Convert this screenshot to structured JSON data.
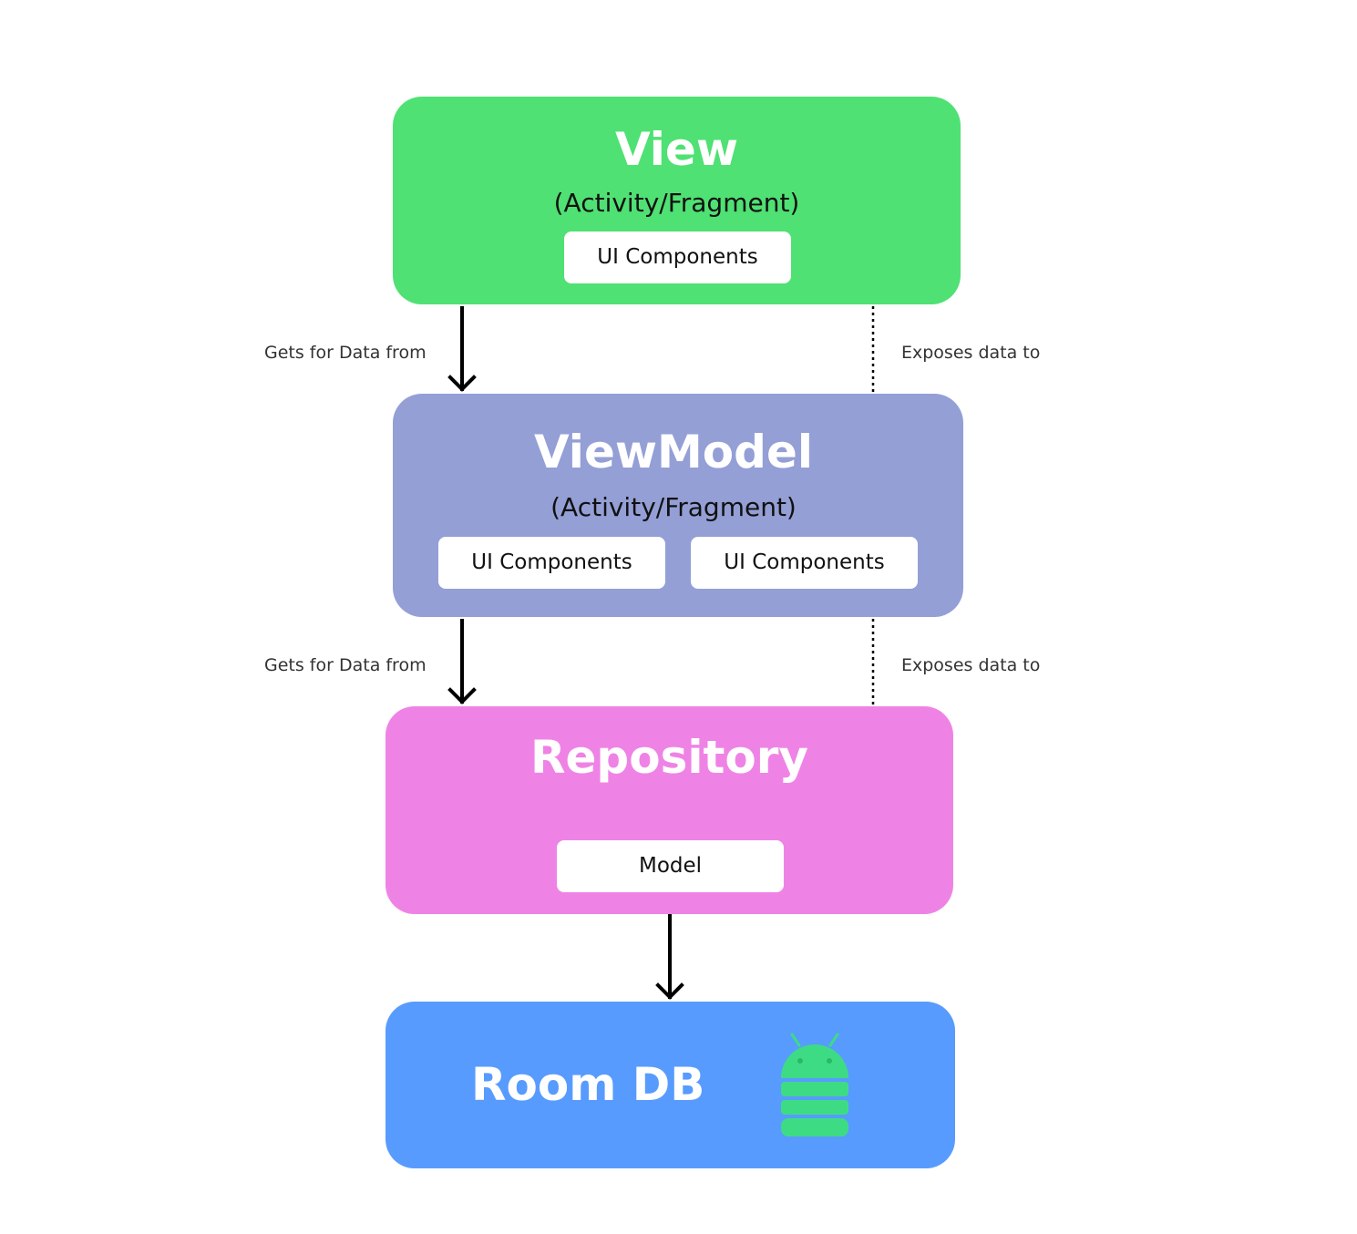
{
  "colors": {
    "view": "#4fe173",
    "viewmodel": "#949fd6",
    "repository": "#ef83e5",
    "roomdb": "#579bfe",
    "android": "#3ddc84"
  },
  "view": {
    "title": "View",
    "subtitle": "(Activity/Fragment)",
    "chips": [
      "UI Components"
    ]
  },
  "viewmodel": {
    "title": "ViewModel",
    "subtitle": "(Activity/Fragment)",
    "chips": [
      "UI Components",
      "UI Components"
    ]
  },
  "repository": {
    "title": "Repository",
    "chips": [
      "Model"
    ]
  },
  "roomdb": {
    "title": "Room DB",
    "icon": "android-database-icon"
  },
  "edges": [
    {
      "from": "View",
      "to": "ViewModel",
      "label": "Gets for Data from",
      "style": "solid-arrow"
    },
    {
      "from": "ViewModel",
      "to": "View",
      "label": "Exposes data to",
      "style": "dotted"
    },
    {
      "from": "ViewModel",
      "to": "Repository",
      "label": "Gets for Data from",
      "style": "solid-arrow"
    },
    {
      "from": "Repository",
      "to": "ViewModel",
      "label": "Exposes data to",
      "style": "dotted"
    },
    {
      "from": "Repository",
      "to": "Room DB",
      "label": "",
      "style": "solid-arrow"
    }
  ]
}
